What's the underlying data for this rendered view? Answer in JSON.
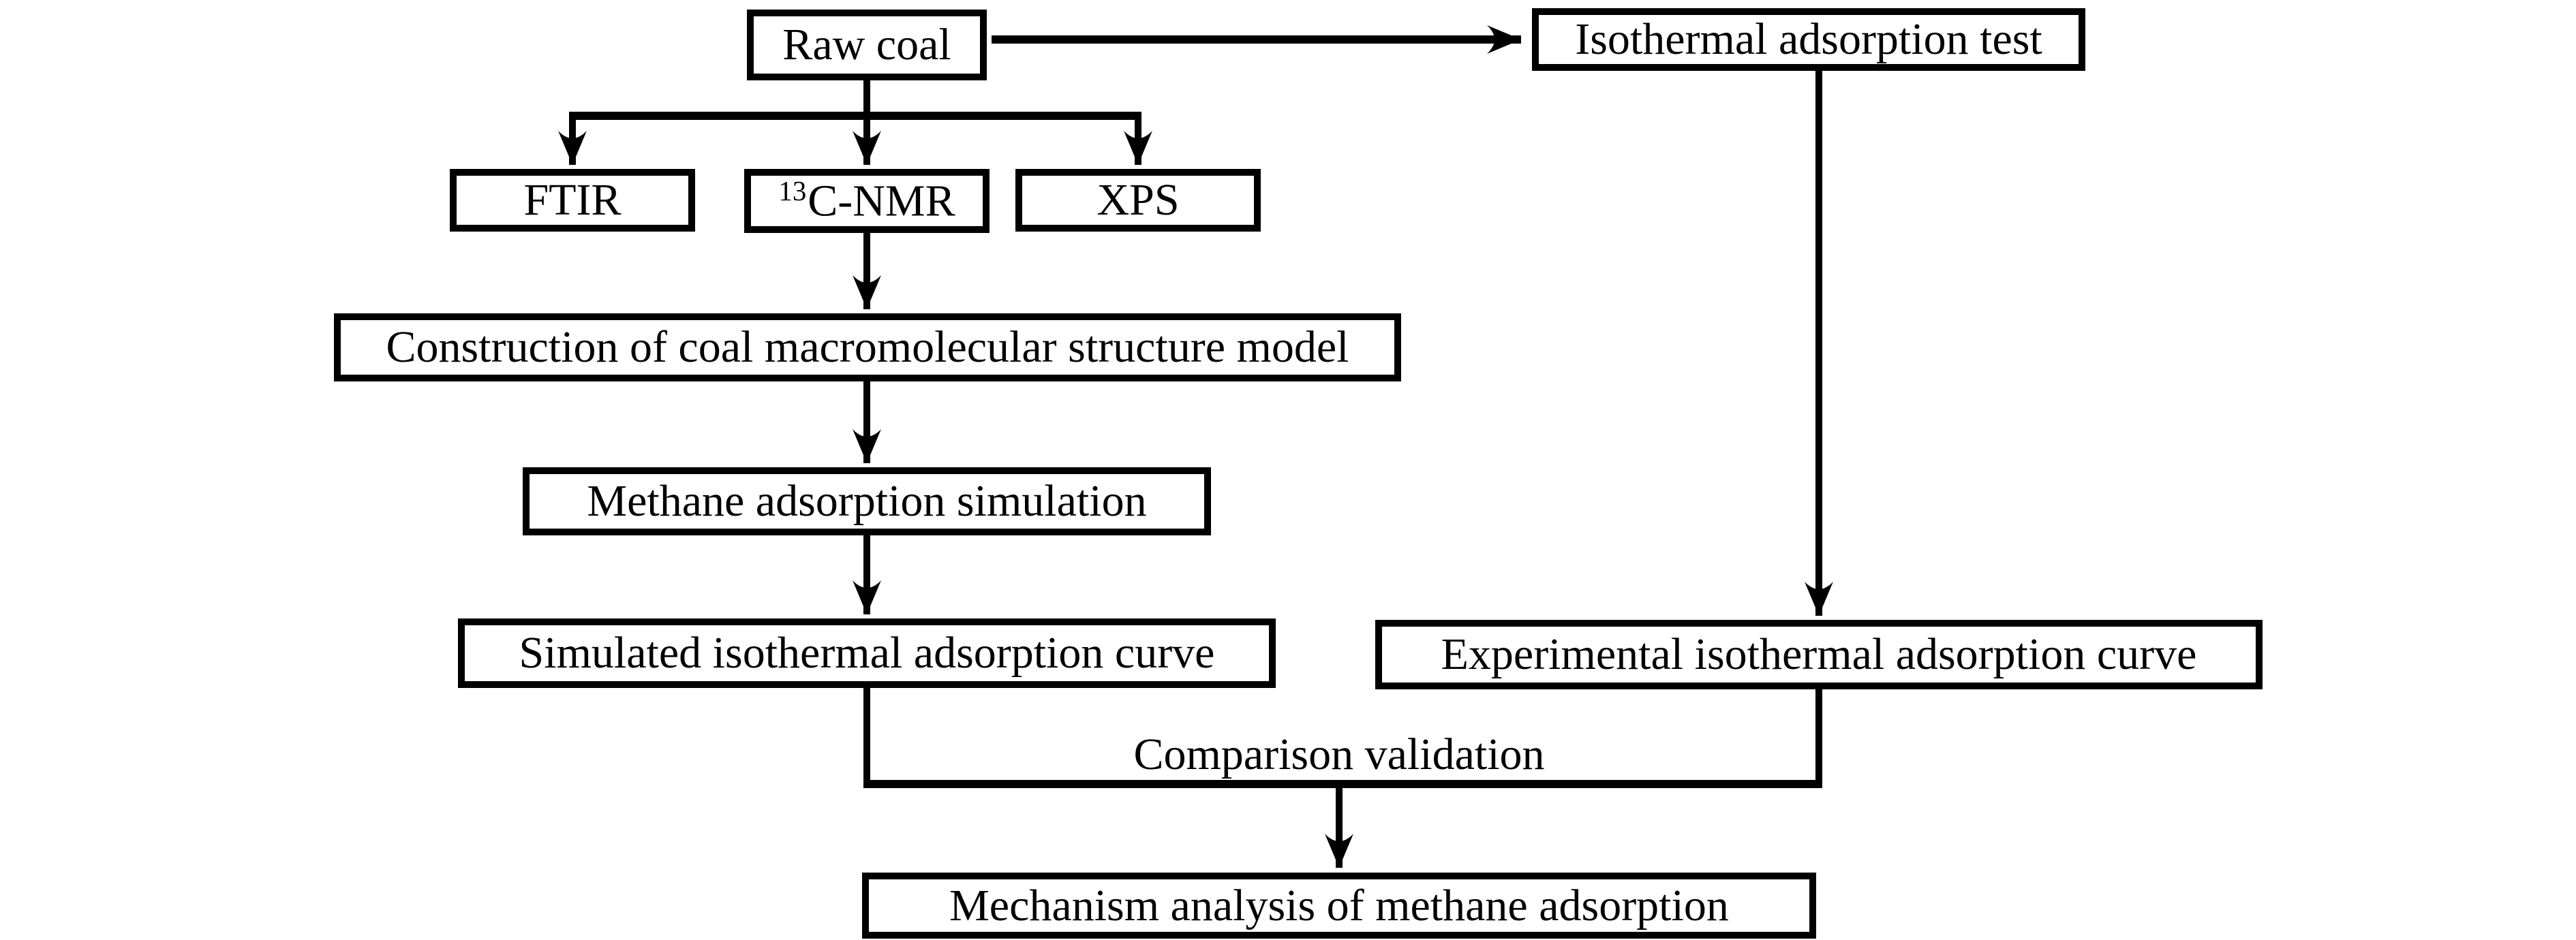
{
  "title": "Coal methane adsorption research workflow flowchart",
  "colors": {
    "background": "#ffffff",
    "line": "#000000",
    "text": "#000000",
    "box_border": "#000000"
  },
  "boxes": {
    "raw_coal": {
      "label": "Raw coal"
    },
    "isothermal_test": {
      "label": "Isothermal adsorption test"
    },
    "ftir": {
      "label": "FTIR"
    },
    "cnmr": {
      "superscript": "13",
      "label": "C-NMR"
    },
    "xps": {
      "label": "XPS"
    },
    "construction": {
      "label": "Construction of coal macromolecular structure model"
    },
    "methane_sim": {
      "label": "Methane adsorption simulation"
    },
    "simulated_curve": {
      "label": "Simulated isothermal adsorption curve"
    },
    "experimental_curve": {
      "label": "Experimental isothermal adsorption curve"
    },
    "mechanism": {
      "label": "Mechanism analysis of methane adsorption"
    }
  },
  "labels": {
    "comparison": "Comparison validation"
  },
  "edges": [
    {
      "from": "raw_coal",
      "to": "isothermal_test",
      "style": "arrow"
    },
    {
      "from": "raw_coal",
      "to": "ftir",
      "style": "arrow"
    },
    {
      "from": "raw_coal",
      "to": "cnmr",
      "style": "arrow"
    },
    {
      "from": "raw_coal",
      "to": "xps",
      "style": "arrow"
    },
    {
      "from": "cnmr",
      "to": "construction",
      "style": "arrow"
    },
    {
      "from": "construction",
      "to": "methane_sim",
      "style": "arrow"
    },
    {
      "from": "methane_sim",
      "to": "simulated_curve",
      "style": "arrow"
    },
    {
      "from": "isothermal_test",
      "to": "experimental_curve",
      "style": "arrow"
    },
    {
      "from": "simulated_curve",
      "to": "comparison-junction",
      "style": "line"
    },
    {
      "from": "experimental_curve",
      "to": "comparison-junction",
      "style": "line"
    },
    {
      "from": "comparison-junction",
      "to": "mechanism",
      "style": "arrow"
    }
  ]
}
